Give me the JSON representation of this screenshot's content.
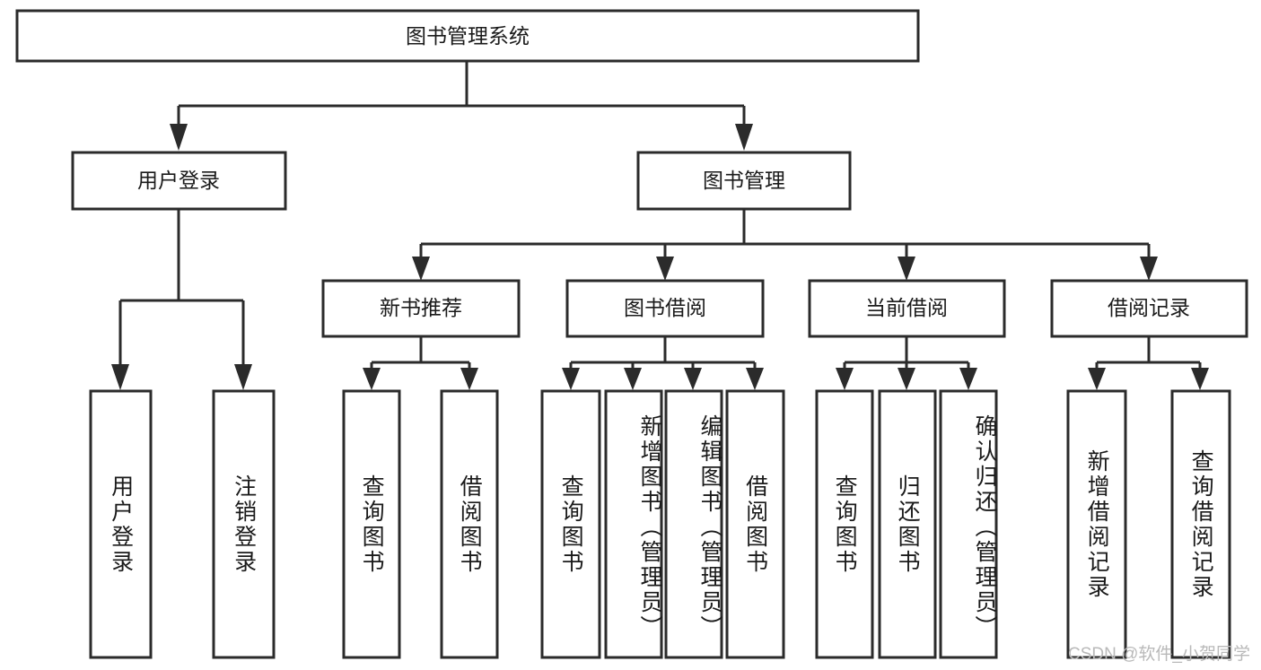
{
  "diagram": {
    "title": "图书管理系统",
    "type": "tree",
    "watermark": "CSDN @软件_小贺同学",
    "colors": {
      "box_stroke": "#2b2b2b",
      "box_fill": "#ffffff",
      "connector": "#2b2b2b",
      "text": "#1a1a1a",
      "background": "#ffffff",
      "watermark": "#b9b9b9"
    },
    "root": {
      "label": "图书管理系统"
    },
    "level1": [
      {
        "label": "用户登录"
      },
      {
        "label": "图书管理"
      }
    ],
    "level2": [
      {
        "label": "新书推荐"
      },
      {
        "label": "图书借阅"
      },
      {
        "label": "当前借阅"
      },
      {
        "label": "借阅记录"
      }
    ],
    "leaves": {
      "user_login": [
        {
          "label": "用户登录"
        },
        {
          "label": "注销登录"
        }
      ],
      "new_book_recommend": [
        {
          "label": "查询图书"
        },
        {
          "label": "借阅图书"
        }
      ],
      "book_borrow": [
        {
          "label": "查询图书"
        },
        {
          "label": "新增图书（管理员）"
        },
        {
          "label": "编辑图书（管理员）"
        },
        {
          "label": "借阅图书"
        }
      ],
      "current_borrow": [
        {
          "label": "查询图书"
        },
        {
          "label": "归还图书"
        },
        {
          "label": "确认归还（管理员）"
        }
      ],
      "borrow_record": [
        {
          "label": "新增借阅记录"
        },
        {
          "label": "查询借阅记录"
        }
      ]
    }
  }
}
